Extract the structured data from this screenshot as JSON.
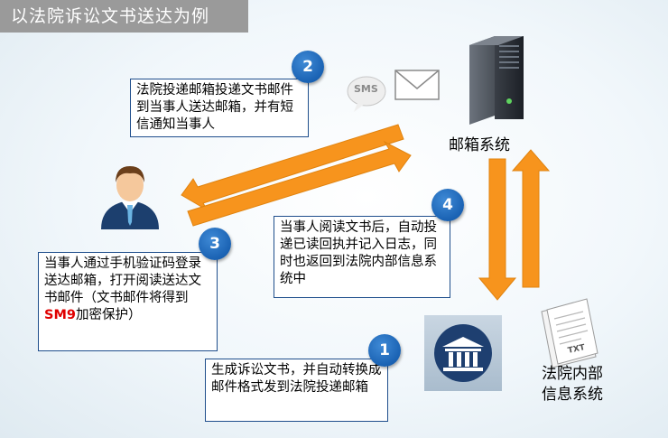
{
  "title": "以法院诉讼文书送达为例",
  "steps": [
    {
      "num": "1",
      "text": "生成诉讼文书，并自动转换成邮件格式发到法院投递邮箱"
    },
    {
      "num": "2",
      "text": "法院投递邮箱投递文书邮件到当事人送达邮箱，并有短信通知当事人"
    },
    {
      "num": "3",
      "text_before": "当事人通过手机验证码登录送达邮箱，打开阅读送达文书邮件（文书邮件将得到",
      "text_highlight": "SM9",
      "text_after": "加密保护）"
    },
    {
      "num": "4",
      "text": "当事人阅读文书后，自动投递已读回执并记入日志，同时也返回到法院内部信息系统中"
    }
  ],
  "labels": {
    "mail_system": "邮箱系统",
    "court_system": "法院内部信息系统",
    "sms": "SMS",
    "txt": "TXT"
  },
  "colors": {
    "accent_arrow": "#f7941d",
    "box_border": "#1f4e8c",
    "badge": "#1a62b3",
    "highlight": "#e00000",
    "title_bg": "#9a9a9a"
  }
}
